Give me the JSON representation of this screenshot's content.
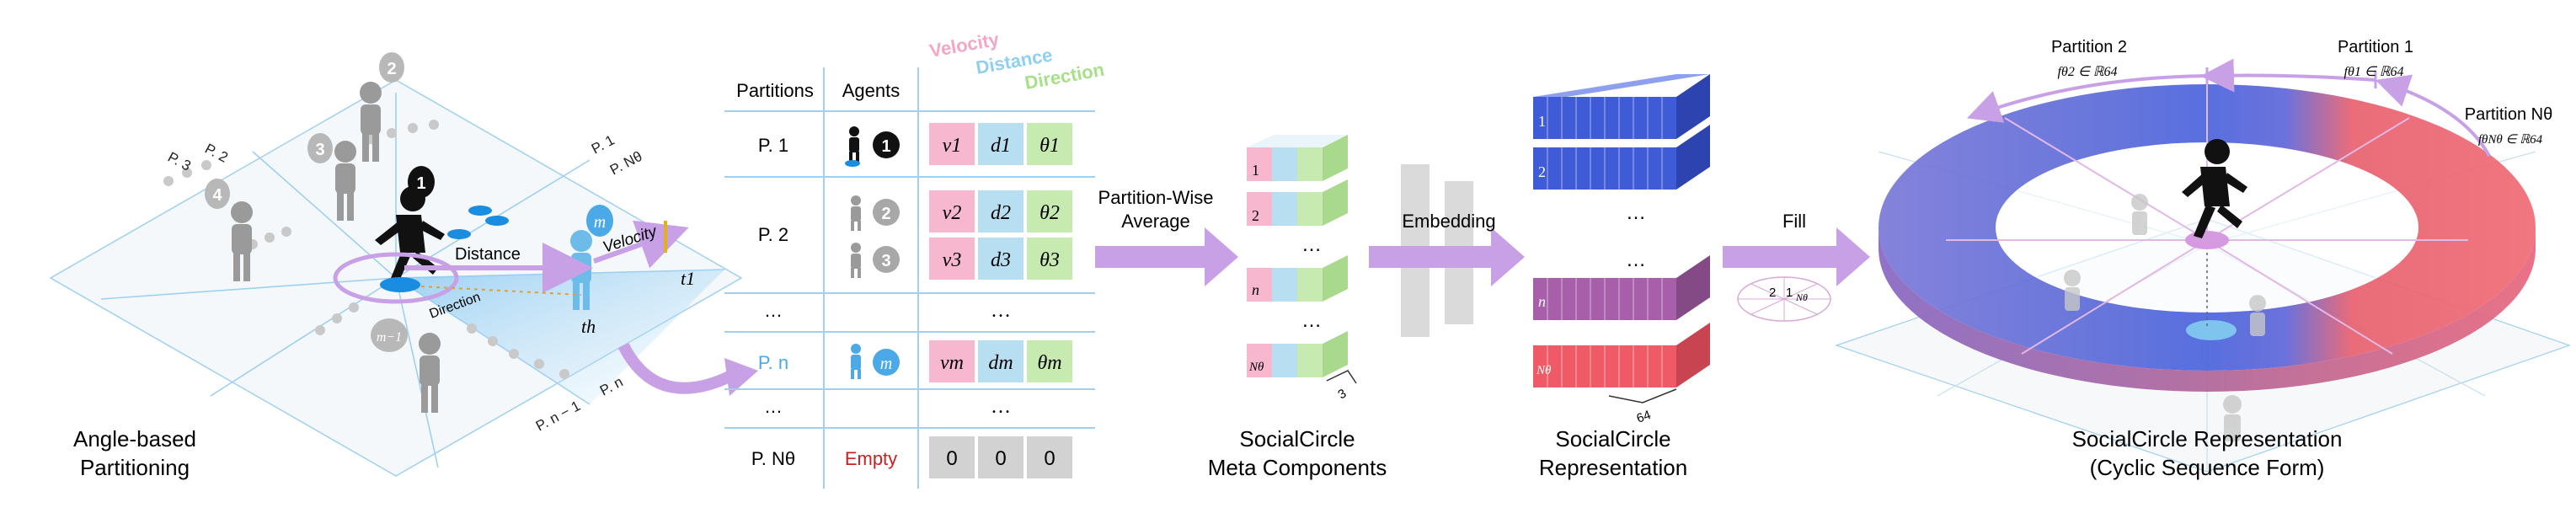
{
  "panel1": {
    "caption_line1": "Angle-based",
    "caption_line2": "Partitioning",
    "partition_labels": [
      "P. 1",
      "P. Nθ",
      "P. 2",
      "P. 3",
      "P. n",
      "P. n − 1"
    ],
    "agent_badges": [
      "1",
      "2",
      "3",
      "4",
      "m",
      "m−1"
    ],
    "arrow_distance": "Distance",
    "arrow_velocity": "Velocity",
    "arrow_direction": "Direction",
    "time_t1": "t1",
    "time_th": "th"
  },
  "table": {
    "header_partitions": "Partitions",
    "header_agents": "Agents",
    "header_velocity": "Velocity",
    "header_distance": "Distance",
    "header_direction": "Direction",
    "rows": [
      {
        "partition": "P. 1",
        "badge": "1",
        "v": "v1",
        "d": "d1",
        "t": "θ1"
      },
      {
        "partition": "P. 2",
        "badge": "2",
        "v": "v2",
        "d": "d2",
        "t": "θ2"
      },
      {
        "partition": "",
        "badge": "3",
        "v": "v3",
        "d": "d3",
        "t": "θ3"
      },
      {
        "partition": "…",
        "badge": "",
        "v": "",
        "d": "…",
        "t": ""
      },
      {
        "partition": "P. n",
        "badge": "m",
        "v": "vm",
        "d": "dm",
        "t": "θm"
      },
      {
        "partition": "…",
        "badge": "",
        "v": "",
        "d": "…",
        "t": ""
      },
      {
        "partition": "P. Nθ",
        "badge": "",
        "v": "0",
        "d": "0",
        "t": "0"
      }
    ],
    "empty_label": "Empty"
  },
  "colors": {
    "velocity": "#f7b8cf",
    "distance": "#b8def2",
    "direction": "#c6eab0",
    "zero": "#d2d2d2",
    "arrow": "#c8a0e6",
    "blue_bar": "#3f5bd6",
    "purple_bar": "#a65fa8",
    "red_bar": "#ee5a66",
    "empty_text": "#cc1f1f",
    "badge_blue": "#4aa9e6"
  },
  "arrows": {
    "average_line1": "Partition-Wise",
    "average_line2": "Average",
    "embedding": "Embedding",
    "fill": "Fill"
  },
  "meta": {
    "block_labels": [
      "1",
      "2",
      "n",
      "Nθ"
    ],
    "dim": "3",
    "ellipsis": "…",
    "caption_line1": "SocialCircle",
    "caption_line2": "Meta Components"
  },
  "representation": {
    "bar_labels": [
      "1",
      "2",
      "n",
      "Nθ"
    ],
    "dim": "64",
    "ellipsis": "…",
    "caption_line1": "SocialCircle",
    "caption_line2": "Representation"
  },
  "mini_circle": {
    "labels": [
      "2",
      "1",
      "Nθ"
    ]
  },
  "ring": {
    "partition2_title": "Partition 2",
    "partition2_vec": "fθ2 ∈ ℝ64",
    "partition1_title": "Partition 1",
    "partition1_vec": "fθ1 ∈ ℝ64",
    "partitionN_title": "Partition Nθ",
    "partitionN_vec": "fθNθ ∈ ℝ64",
    "caption_line1": "SocialCircle Representation",
    "caption_line2": "(Cyclic Sequence Form)"
  }
}
